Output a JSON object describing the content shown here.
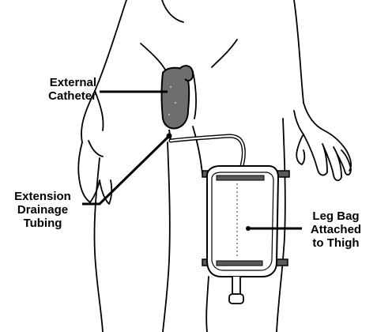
{
  "labels": {
    "external_catheter": [
      "External",
      "Catheter"
    ],
    "extension_tubing": [
      "Extension",
      "Drainage",
      "Tubing"
    ],
    "leg_bag": [
      "Leg Bag",
      "Attached",
      "to Thigh"
    ]
  },
  "colors": {
    "line": "#000000",
    "catheter_fill": "#6e6e6e",
    "strap_fill": "#5a5a5a",
    "background": "#ffffff"
  }
}
